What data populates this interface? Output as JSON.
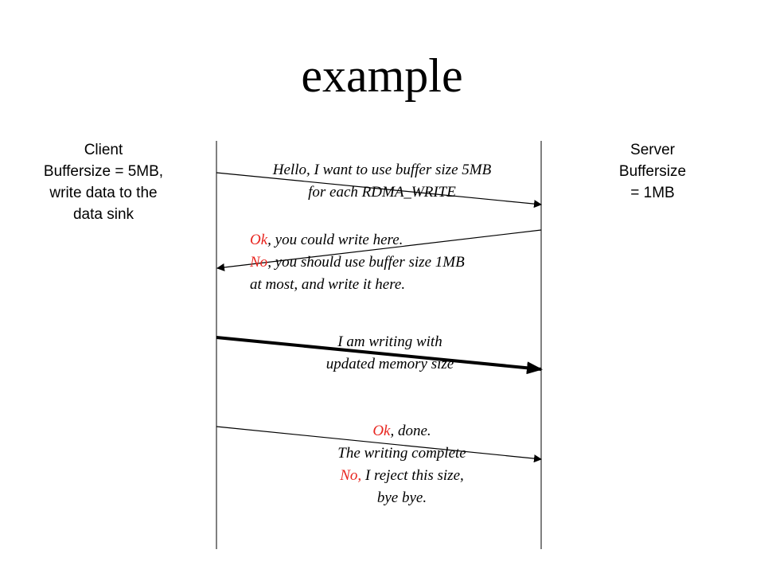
{
  "title": "example",
  "client": {
    "lines": [
      "Client",
      "Buffersize = 5MB,",
      "write data to the",
      "data sink"
    ]
  },
  "server": {
    "lines": [
      "Server",
      "Buffersize",
      "= 1MB"
    ]
  },
  "messages": {
    "m1": {
      "line1": "Hello, I want to use buffer size 5MB",
      "line2": "for each RDMA_WRITE"
    },
    "m2": {
      "ok_word": "Ok",
      "ok_rest": ", you could write here.",
      "no_word": "No",
      "no_rest": ", you should use buffer size 1MB",
      "line3": "at most, and write it here."
    },
    "m3": {
      "line1": "I am writing with",
      "line2": "updated memory size"
    },
    "m4": {
      "ok_word": "Ok",
      "ok_rest": ", done.",
      "line2": "The writing complete",
      "no_word": "No,",
      "no_rest": " I reject this size,",
      "line4": "bye bye."
    }
  },
  "colors": {
    "highlight": "#e8251f",
    "line": "#000000"
  }
}
